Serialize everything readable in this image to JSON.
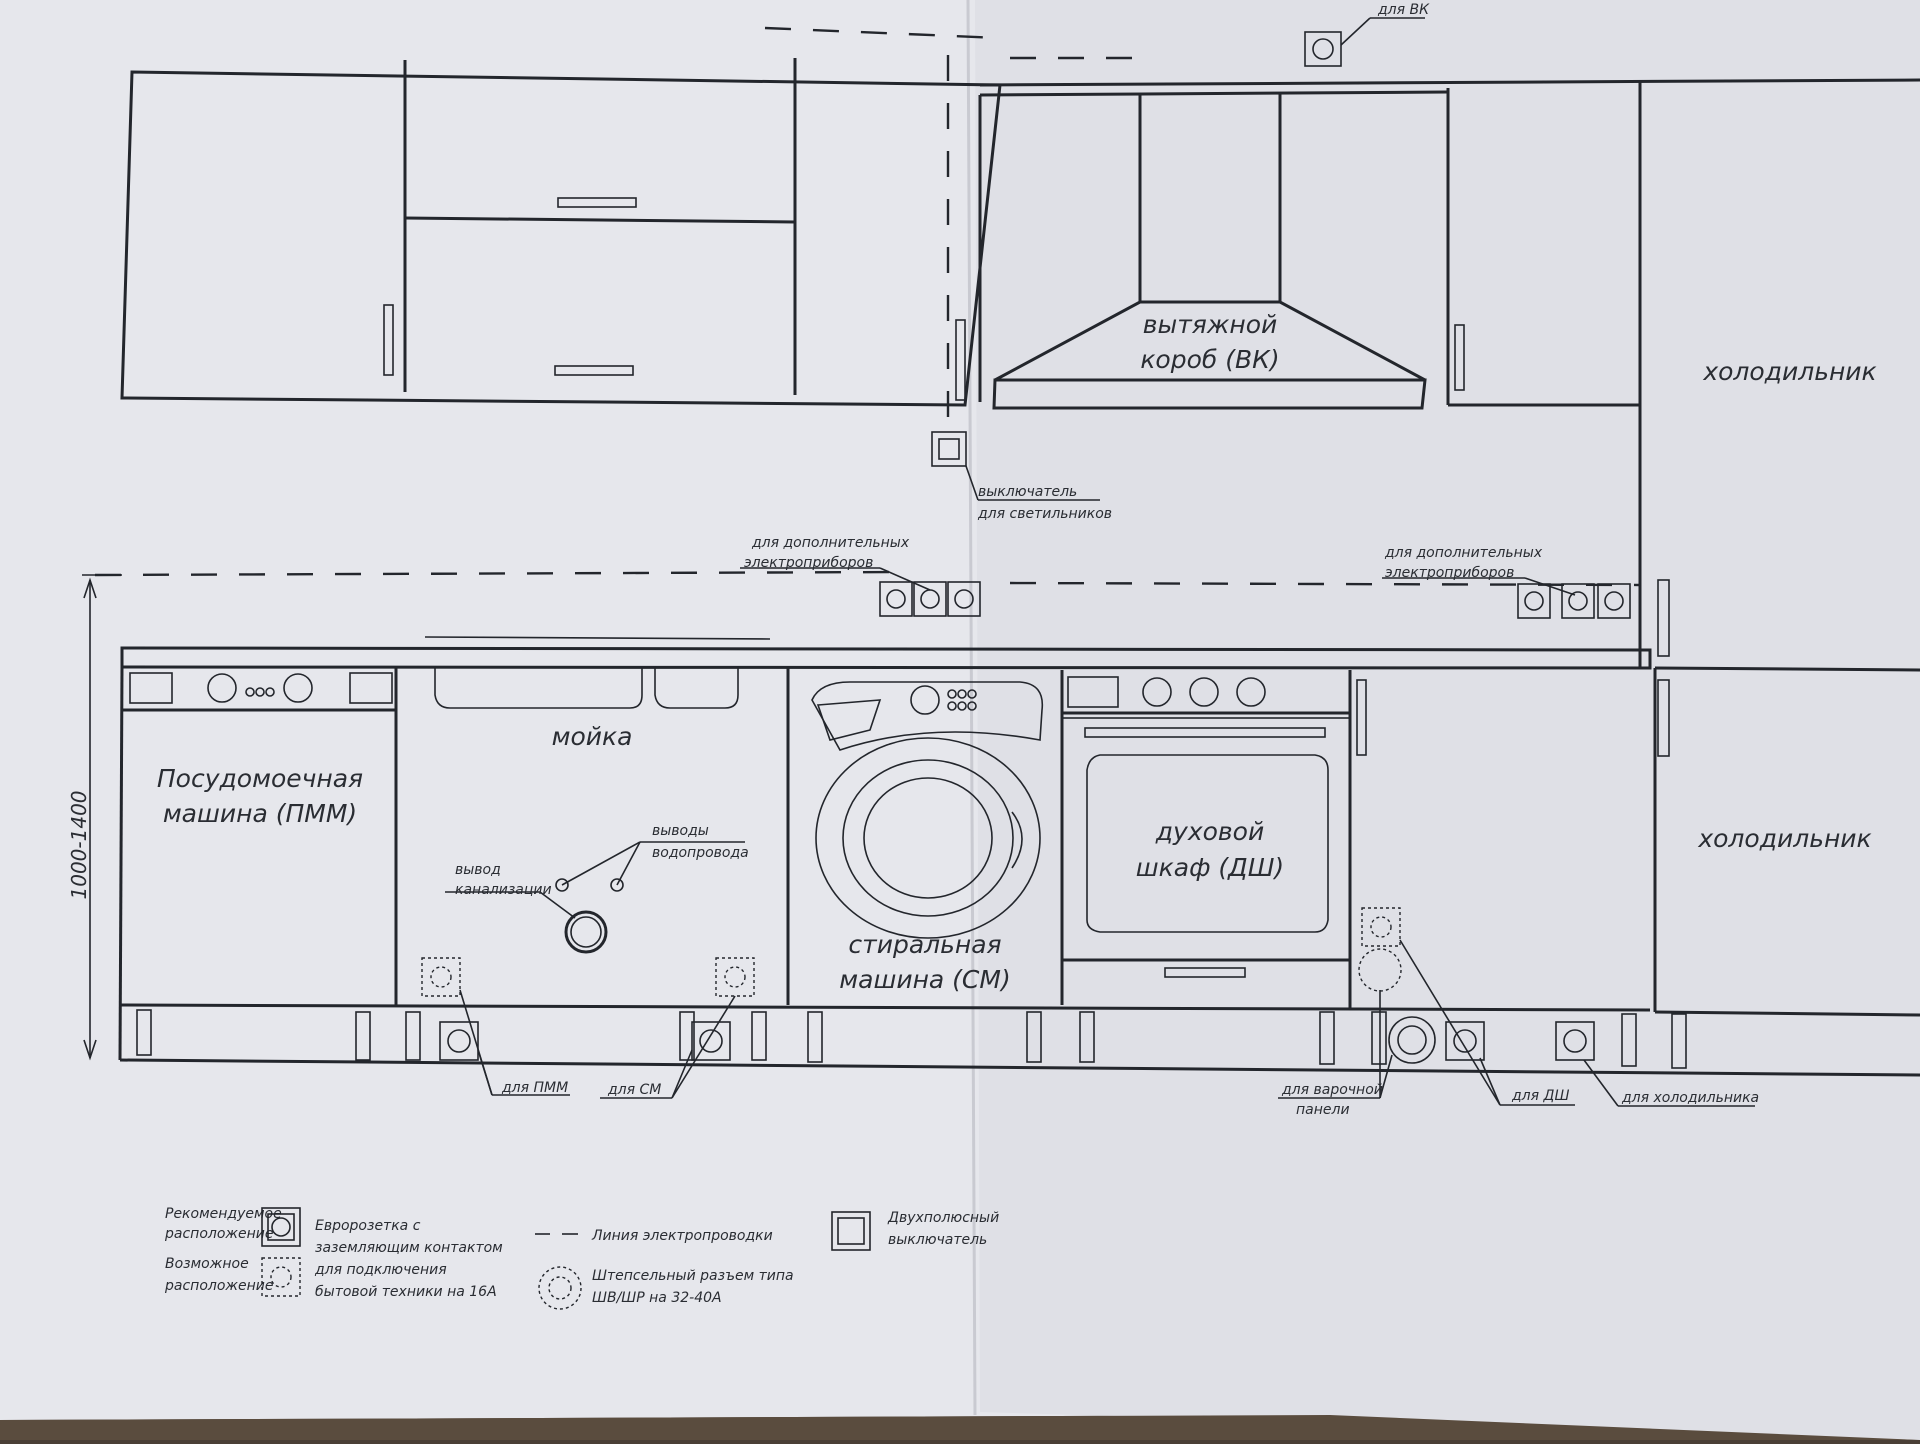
{
  "labels": {
    "hood": [
      "вытяжной",
      "короб (ВК)"
    ],
    "fridge_top": "холодильник",
    "fridge_bottom": "холодильник",
    "dishwasher": [
      "Посудомоечная",
      "машина (ПММ)"
    ],
    "sink": "мойка",
    "washer": [
      "стиральная",
      "машина (СМ)"
    ],
    "oven": [
      "духовой",
      "шкаф (ДШ)"
    ],
    "height": "1000-1400"
  },
  "callouts": {
    "vk": "для ВК",
    "switch": [
      "выключатель",
      "для светильников"
    ],
    "extra_left": [
      "для дополнительных",
      "электроприборов"
    ],
    "extra_right": [
      "для дополнительных",
      "электроприборов"
    ],
    "water": [
      "выводы",
      "водопровода"
    ],
    "sewer": [
      "вывод",
      "канализации"
    ],
    "pmm": "для ПММ",
    "sm": "для СМ",
    "hob": [
      "для варочной",
      "панели"
    ],
    "dsh": "для ДШ",
    "fridge": "для холодильника"
  },
  "legend": {
    "recommended": [
      "Рекомендуемое",
      "расположение"
    ],
    "possible": [
      "Возможное",
      "расположение"
    ],
    "euro_socket": [
      "Евророзетка с",
      "заземляющим контактом",
      "для подключения",
      "бытовой техники на 16А"
    ],
    "wiring_line": "Линия электропроводки",
    "plug": [
      "Штепсельный разъем типа",
      "ШВ/ШР на 32-40А"
    ],
    "double_switch": [
      "Двухполюсный",
      "выключатель"
    ]
  }
}
